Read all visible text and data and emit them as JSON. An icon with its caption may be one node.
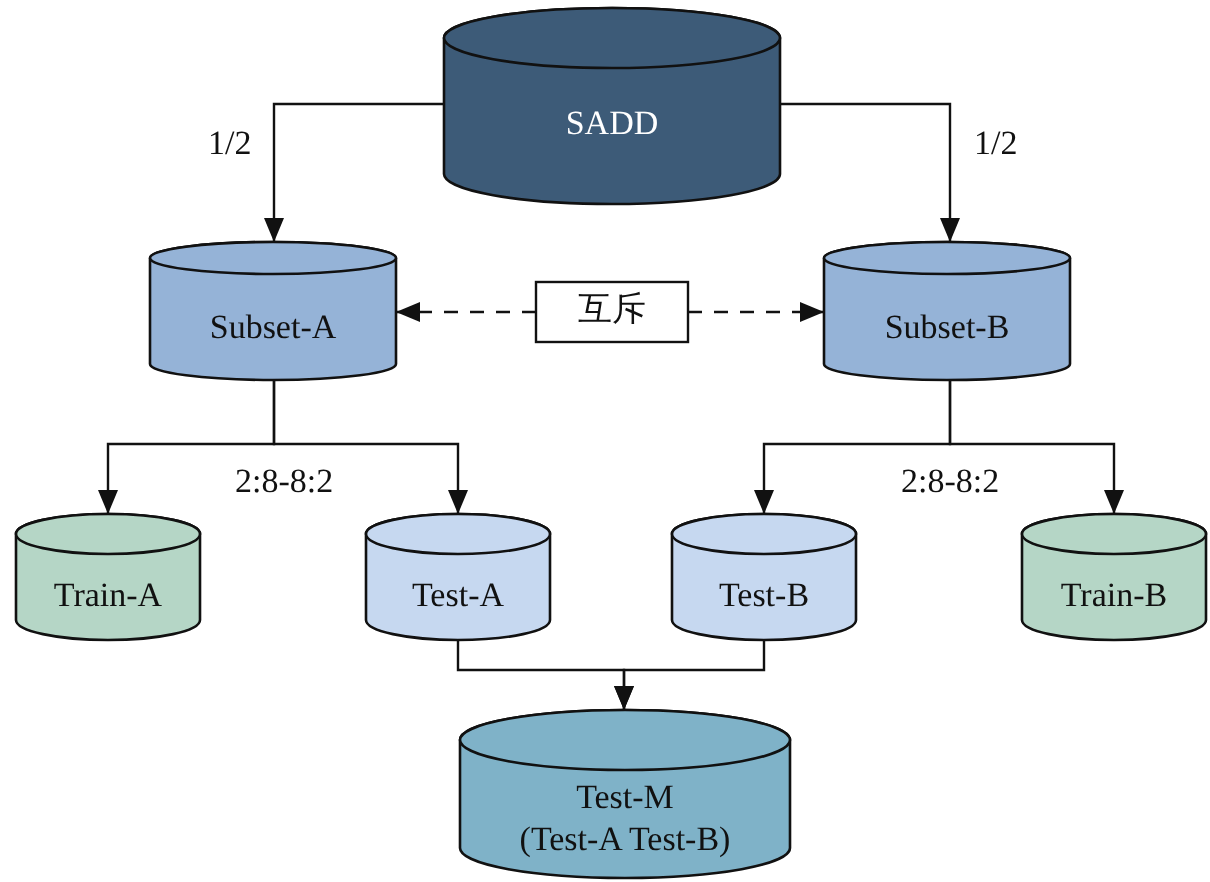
{
  "diagram": {
    "nodes": [
      {
        "text": [
          "SADD"
        ]
      },
      {
        "text": [
          "Subset-A"
        ]
      },
      {
        "text": [
          "Subset-B"
        ]
      },
      {
        "text": [
          "互斥"
        ]
      },
      {
        "text": [
          "Train-A"
        ]
      },
      {
        "text": [
          "Test-A"
        ]
      },
      {
        "text": [
          "Test-B"
        ]
      },
      {
        "text": [
          "Train-B"
        ]
      },
      {
        "text": [
          "Test-M",
          "(Test-A Test-B)"
        ]
      }
    ],
    "edges": [
      {
        "from": 0,
        "to": 1,
        "arrow": "to",
        "label": "1/2"
      },
      {
        "from": 0,
        "to": 2,
        "arrow": "to",
        "label": "1/2"
      },
      {
        "from": 3,
        "to": 1,
        "arrow": "to",
        "style": "dashed"
      },
      {
        "from": 3,
        "to": 2,
        "arrow": "to",
        "style": "dashed"
      },
      {
        "from": 1,
        "to": 4,
        "arrow": "to"
      },
      {
        "from": 1,
        "to": 5,
        "arrow": "to",
        "label": "2:8-8:2"
      },
      {
        "from": 2,
        "to": 6,
        "arrow": "to"
      },
      {
        "from": 2,
        "to": 7,
        "arrow": "to",
        "label": "2:8-8:2"
      },
      {
        "from": 5,
        "to": 8,
        "arrow": "to"
      },
      {
        "from": 6,
        "to": 8,
        "arrow": "to"
      }
    ]
  }
}
